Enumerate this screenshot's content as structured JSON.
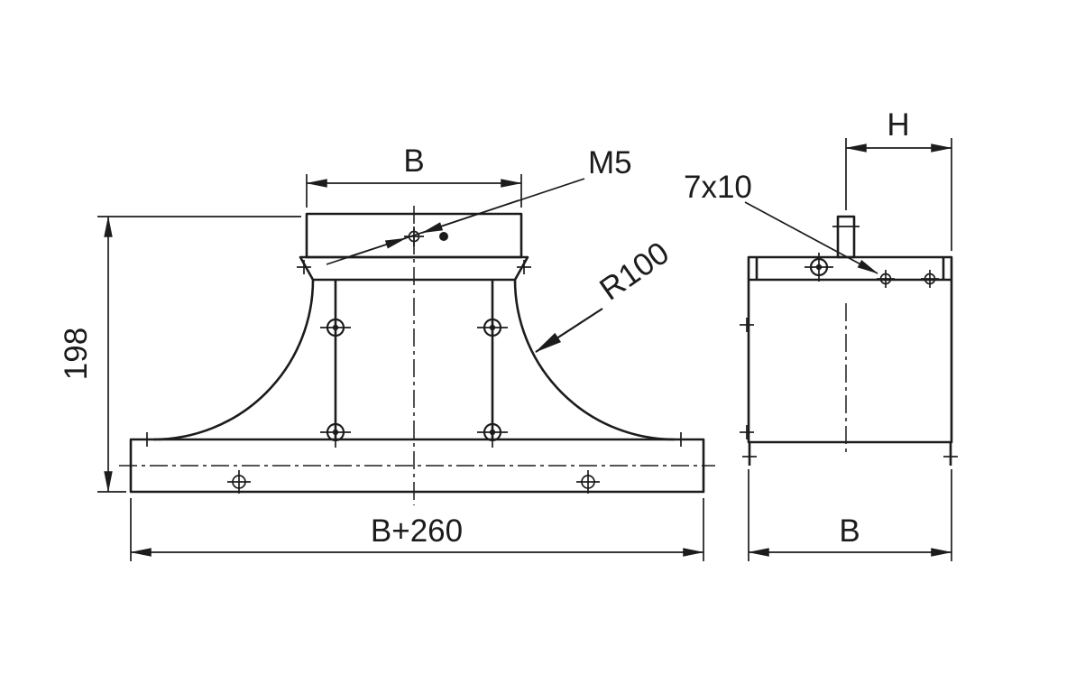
{
  "drawing": {
    "front_view": {
      "dim_width_label": "B",
      "dim_height_label": "198",
      "dim_base_width_label": "B+260",
      "thread_callout": "M5",
      "radius_callout": "R100"
    },
    "side_view": {
      "slot_callout": "7x10",
      "dim_depth_label": "H",
      "dim_width_label": "B"
    },
    "colors": {
      "line": "#1c1c1c",
      "background": "#ffffff"
    }
  }
}
